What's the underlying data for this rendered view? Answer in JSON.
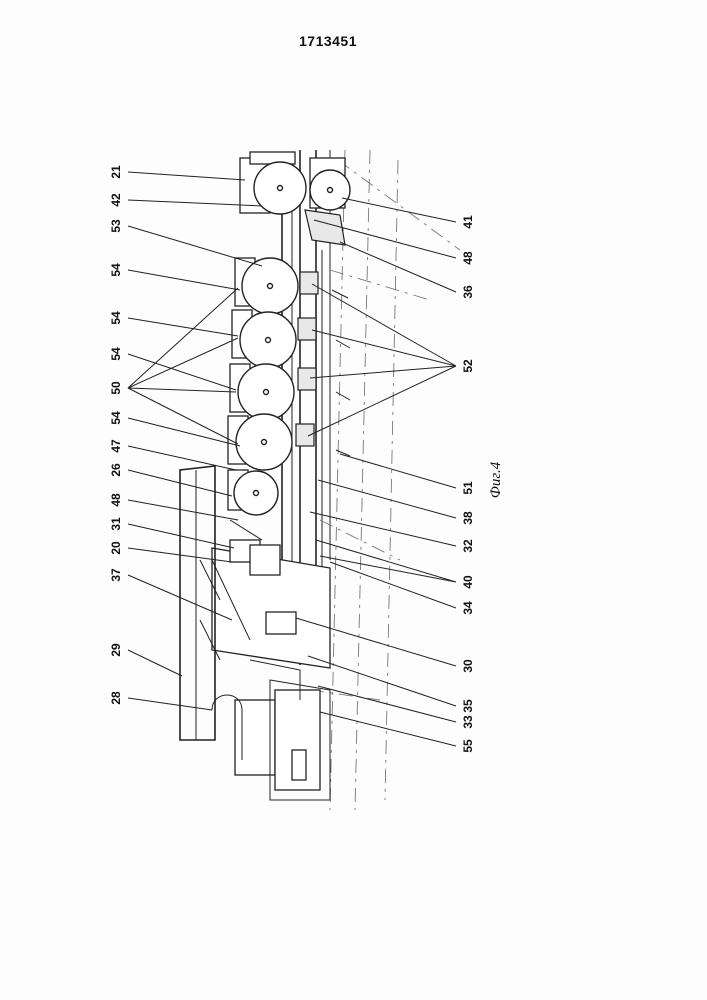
{
  "document": {
    "patent_number": "1713451",
    "figure_caption": "Фиг.4"
  },
  "labels_left": [
    "21",
    "42",
    "53",
    "54",
    "54",
    "54",
    "50",
    "54",
    "47",
    "26",
    "48",
    "31",
    "20",
    "37",
    "29",
    "28"
  ],
  "labels_right": [
    "41",
    "48",
    "36",
    "52",
    "51",
    "38",
    "32",
    "40",
    "34",
    "30",
    "35",
    "33",
    "55"
  ]
}
